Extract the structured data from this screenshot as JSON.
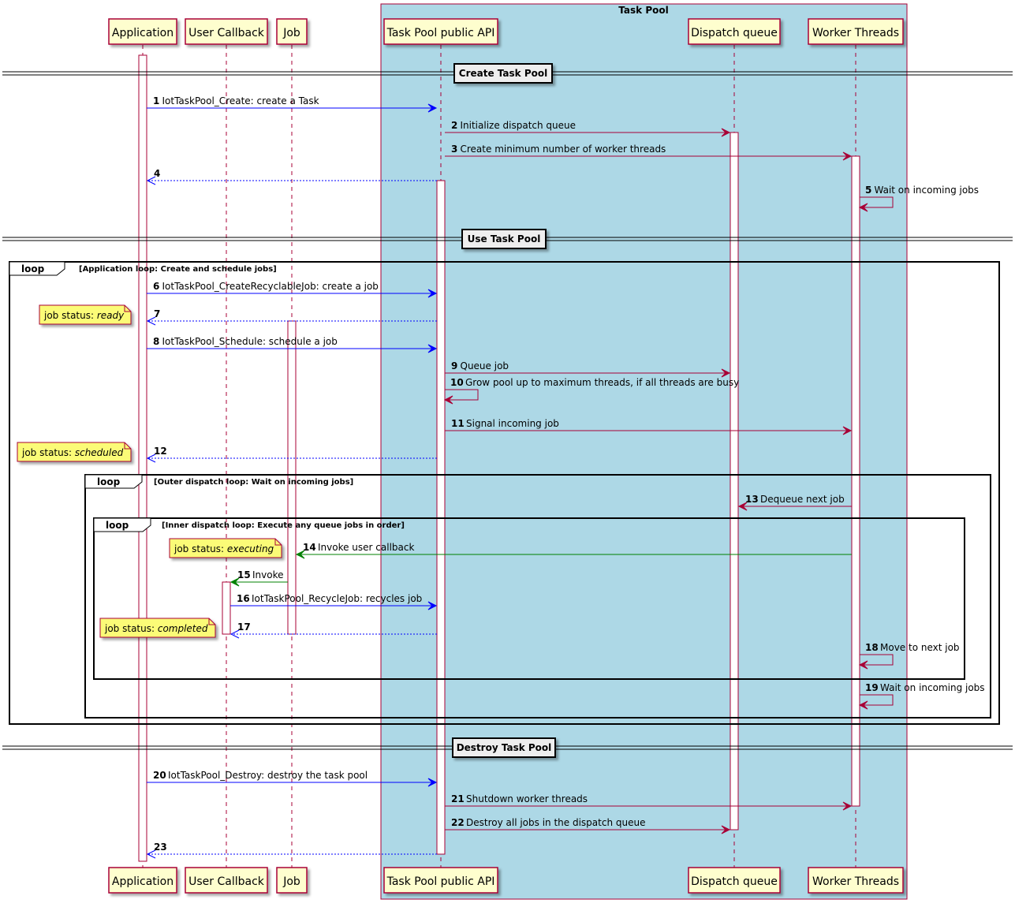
{
  "box": {
    "title": "Task Pool",
    "color": "#add8e6",
    "border": "#a80036"
  },
  "colors": {
    "blue": "#0000ff",
    "red": "#a80036",
    "green": "#008000",
    "participant_fill": "#fefece",
    "note_fill": "#fbfb77",
    "loop_border": "#000000"
  },
  "participants": [
    {
      "id": "app",
      "name": "Application"
    },
    {
      "id": "cb",
      "name": "User Callback"
    },
    {
      "id": "job",
      "name": "Job"
    },
    {
      "id": "api",
      "name": "Task Pool public API"
    },
    {
      "id": "dq",
      "name": "Dispatch queue"
    },
    {
      "id": "wt",
      "name": "Worker Threads"
    }
  ],
  "dividers": [
    {
      "label": "Create Task Pool"
    },
    {
      "label": "Use Task Pool"
    },
    {
      "label": "Destroy Task Pool"
    }
  ],
  "loops": [
    {
      "tag": "loop",
      "condition": "[Application loop: Create and schedule jobs]"
    },
    {
      "tag": "loop",
      "condition": "[Outer dispatch loop: Wait on incoming jobs]"
    },
    {
      "tag": "loop",
      "condition": "[Inner dispatch loop: Execute any queue jobs in order]"
    }
  ],
  "messages": [
    {
      "num": "1",
      "text": "IotTaskPool_Create: create a Task",
      "from": "app",
      "to": "api",
      "color": "blue",
      "style": "solid"
    },
    {
      "num": "2",
      "text": "Initialize dispatch queue",
      "from": "api",
      "to": "dq",
      "color": "red",
      "style": "solid"
    },
    {
      "num": "3",
      "text": "Create minimum number of worker threads",
      "from": "api",
      "to": "wt",
      "color": "red",
      "style": "solid"
    },
    {
      "num": "4",
      "text": "",
      "from": "api",
      "to": "app",
      "color": "blue",
      "style": "dashed"
    },
    {
      "num": "5",
      "text": "Wait on incoming jobs",
      "from": "wt",
      "to": "wt",
      "color": "red",
      "style": "self"
    },
    {
      "num": "6",
      "text": "IotTaskPool_CreateRecyclableJob: create a job",
      "from": "app",
      "to": "api",
      "color": "blue",
      "style": "solid"
    },
    {
      "num": "7",
      "text": "",
      "from": "api",
      "to": "app",
      "color": "blue",
      "style": "dashed"
    },
    {
      "num": "8",
      "text": "IotTaskPool_Schedule: schedule a job",
      "from": "app",
      "to": "api",
      "color": "blue",
      "style": "solid"
    },
    {
      "num": "9",
      "text": "Queue job",
      "from": "api",
      "to": "dq",
      "color": "red",
      "style": "solid"
    },
    {
      "num": "10",
      "text": "Grow pool up to maximum threads, if all threads are busy",
      "from": "api",
      "to": "api",
      "color": "red",
      "style": "self"
    },
    {
      "num": "11",
      "text": "Signal incoming job",
      "from": "api",
      "to": "wt",
      "color": "red",
      "style": "solid"
    },
    {
      "num": "12",
      "text": "",
      "from": "api",
      "to": "app",
      "color": "blue",
      "style": "dashed"
    },
    {
      "num": "13",
      "text": "Dequeue next job",
      "from": "wt",
      "to": "dq",
      "color": "red",
      "style": "solid"
    },
    {
      "num": "14",
      "text": "Invoke user callback",
      "from": "wt",
      "to": "job",
      "color": "green",
      "style": "solid"
    },
    {
      "num": "15",
      "text": "Invoke",
      "from": "job",
      "to": "cb",
      "color": "green",
      "style": "solid"
    },
    {
      "num": "16",
      "text": "IotTaskPool_RecycleJob: recycles job",
      "from": "cb",
      "to": "api",
      "color": "blue",
      "style": "solid"
    },
    {
      "num": "17",
      "text": "",
      "from": "api",
      "to": "cb",
      "color": "blue",
      "style": "dashed"
    },
    {
      "num": "18",
      "text": "Move to next job",
      "from": "wt",
      "to": "wt",
      "color": "red",
      "style": "self"
    },
    {
      "num": "19",
      "text": "Wait on incoming jobs",
      "from": "wt",
      "to": "wt",
      "color": "red",
      "style": "self"
    },
    {
      "num": "20",
      "text": "IotTaskPool_Destroy: destroy the task pool",
      "from": "app",
      "to": "api",
      "color": "blue",
      "style": "solid"
    },
    {
      "num": "21",
      "text": "Shutdown worker threads",
      "from": "api",
      "to": "wt",
      "color": "red",
      "style": "solid"
    },
    {
      "num": "22",
      "text": "Destroy all jobs in the dispatch queue",
      "from": "api",
      "to": "dq",
      "color": "red",
      "style": "solid"
    },
    {
      "num": "23",
      "text": "",
      "from": "api",
      "to": "app",
      "color": "blue",
      "style": "dashed"
    }
  ],
  "notes": [
    {
      "prefix": "job status: ",
      "status": "ready"
    },
    {
      "prefix": "job status: ",
      "status": "scheduled"
    },
    {
      "prefix": "job status: ",
      "status": "executing"
    },
    {
      "prefix": "job status: ",
      "status": "completed"
    }
  ]
}
